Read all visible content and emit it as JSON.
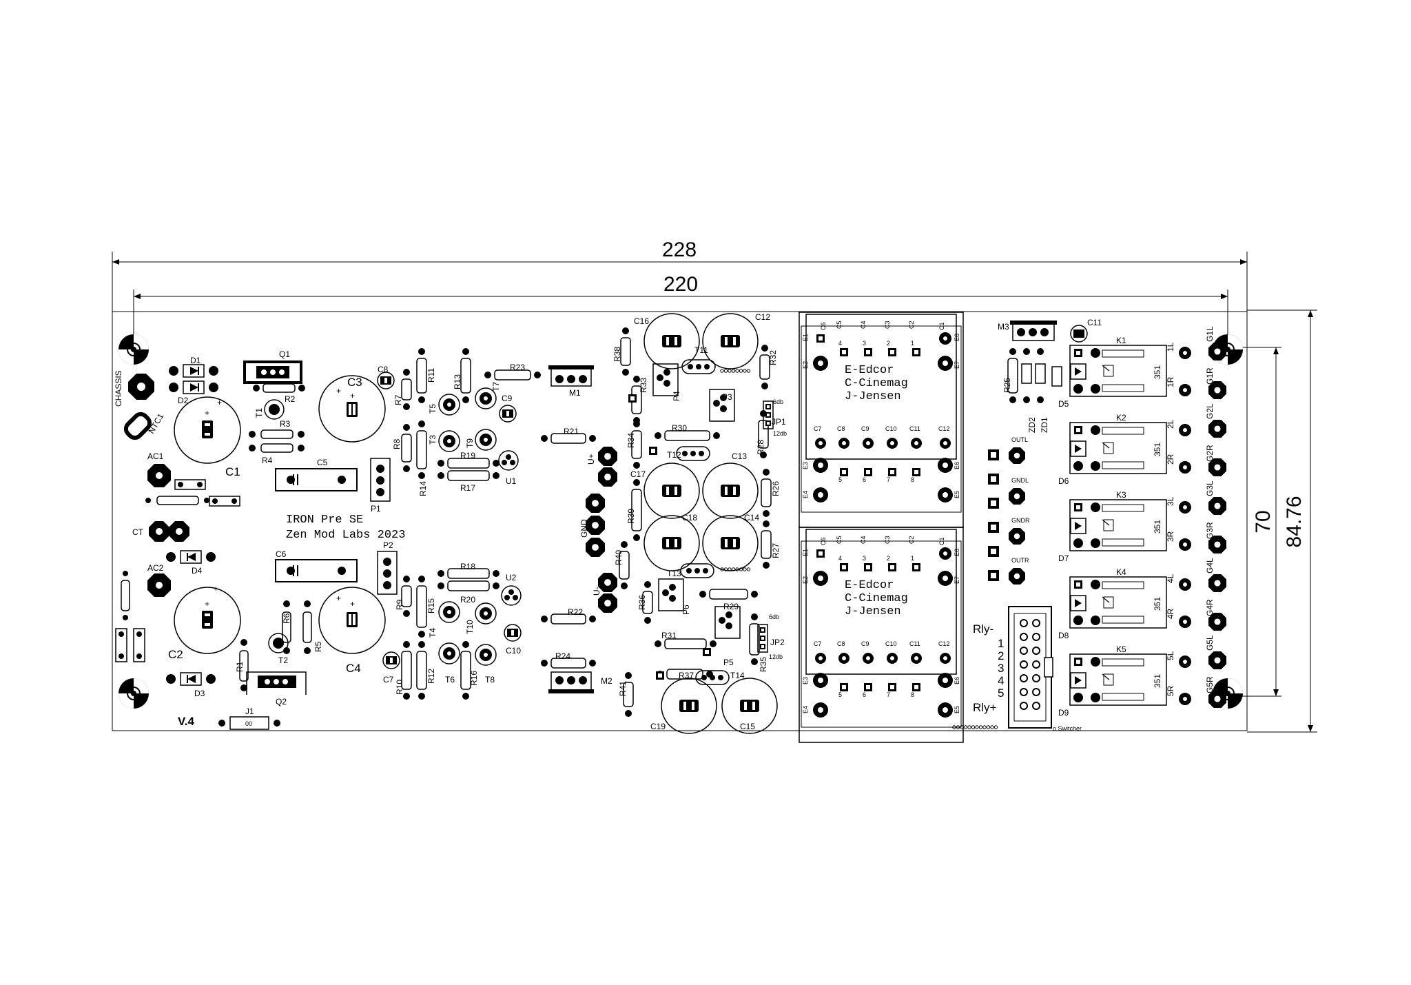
{
  "dimensions": {
    "overall_width": "228",
    "board_width": "220",
    "hole_spacing": "70",
    "board_height": "84.76"
  },
  "silkscreen": {
    "title_line1": "IRON Pre SE",
    "title_line2": "Zen Mod Labs 2023",
    "version": "V.4",
    "transformer_labels": [
      "E-Edcor",
      "C-Cinemag",
      "J-Jensen"
    ],
    "relay_header_top": "Rly-",
    "relay_header_bottom": "Rly+",
    "relay_header_pins": [
      "1",
      "2",
      "3",
      "4",
      "5"
    ],
    "switcher_note": "o Switcher"
  },
  "components": {
    "left": [
      "CHASSIS",
      "NTC1",
      "D1",
      "D2",
      "Q1",
      "R2",
      "T1",
      "R3",
      "R4",
      "C3",
      "C1",
      "C5",
      "AC1",
      "CT",
      "C6",
      "D4",
      "AC2",
      "C2",
      "D3",
      "R6",
      "R5",
      "T2",
      "Q2",
      "R1",
      "C4",
      "J1",
      "00",
      "P1",
      "P2",
      "R7",
      "R8",
      "R9",
      "R10",
      "R11",
      "R12",
      "R13",
      "R14",
      "R15",
      "R16",
      "R17",
      "R18",
      "R19",
      "R20",
      "T3",
      "T4",
      "T5",
      "T6",
      "T7",
      "T8",
      "T9",
      "T10",
      "C7",
      "C8",
      "C9",
      "C10",
      "U1",
      "U2",
      "R23",
      "M1",
      "R21",
      "R22",
      "R24",
      "M2"
    ],
    "middle": [
      "U+",
      "GND",
      "U-",
      "C16",
      "C12",
      "R38",
      "T11",
      "R33",
      "P4",
      "P3",
      "R32",
      "JP1",
      "12db",
      "6db",
      "R34",
      "R30",
      "R28",
      "T12",
      "C17",
      "C13",
      "R26",
      "R39",
      "C18",
      "C14",
      "R27",
      "R40",
      "T13",
      "P6",
      "R29",
      "R36",
      "R31",
      "JP2",
      "R35",
      "R37",
      "T14",
      "P5",
      "R41",
      "C19",
      "C15"
    ],
    "right": [
      "M3",
      "C11",
      "R25",
      "ZD2",
      "ZD1",
      "D5",
      "D6",
      "D7",
      "D8",
      "D9",
      "K1",
      "K2",
      "K3",
      "K4",
      "K5",
      "1L",
      "1R",
      "2L",
      "2R",
      "3L",
      "3R",
      "4L",
      "4R",
      "5L",
      "5R",
      "G1L",
      "G1R",
      "G2L",
      "G2R",
      "G3L",
      "G3R",
      "G4L",
      "G4R",
      "G5L",
      "G5R",
      "OUTL",
      "GNDL",
      "GNDR",
      "OUTR",
      "351"
    ]
  },
  "transformer_pads": {
    "top_row": [
      "C6",
      "C5",
      "C4",
      "C3",
      "C2",
      "C1"
    ],
    "bottom_row": [
      "C7",
      "C8",
      "C9",
      "C10",
      "C11",
      "C12"
    ],
    "top_nums": [
      "4",
      "3",
      "2",
      "1"
    ],
    "bottom_nums": [
      "5",
      "6",
      "7",
      "8"
    ],
    "edge": [
      "E1",
      "E2",
      "E3",
      "E4",
      "E5",
      "E6",
      "E7",
      "E8"
    ]
  }
}
